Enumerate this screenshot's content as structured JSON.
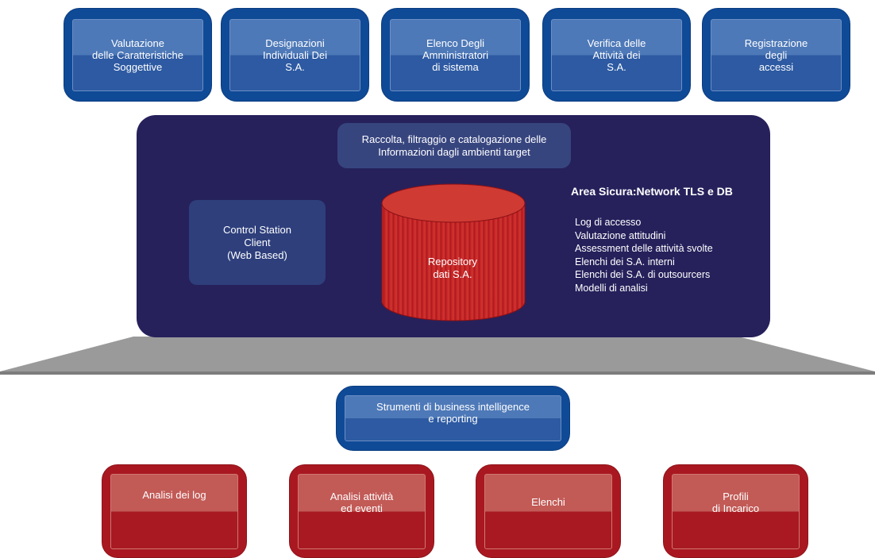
{
  "top_boxes": [
    {
      "label": "Valutazione\ndelle Caratteristiche\nSoggettive"
    },
    {
      "label": "Designazioni\nIndividuali Dei\nS.A."
    },
    {
      "label": "Elenco Degli\nAmministratori\ndi sistema"
    },
    {
      "label": "Verifica delle\nAttività dei\nS.A."
    },
    {
      "label": "Registrazione\ndegli\naccessi"
    }
  ],
  "core": {
    "raccolta": "Raccolta, filtraggio e catalogazione delle\nInformazioni dagli ambienti target",
    "control_station": "Control Station\nClient\n(Web Based)",
    "repository": "Repository\ndati S.A.",
    "area_title": "Area Sicura:Network TLS e DB",
    "area_items": [
      "Log di accesso",
      "Valutazione attitudini",
      "Assessment delle attività svolte",
      "Elenchi dei S.A. interni",
      "Elenchi dei S.A. di outsourcers",
      "Modelli di analisi"
    ]
  },
  "bi_box": {
    "label": "Strumenti di business intelligence\ne reporting"
  },
  "bottom_boxes": [
    {
      "label": "Analisi dei log"
    },
    {
      "label": "Analisi attività\ned eventi"
    },
    {
      "label": "Elenchi"
    },
    {
      "label": "Profili\ndi Incarico"
    }
  ],
  "colors": {
    "blue": "#0f4a97",
    "navy": "#26215b",
    "red": "#a91820",
    "gray": "#9a9a9a"
  }
}
